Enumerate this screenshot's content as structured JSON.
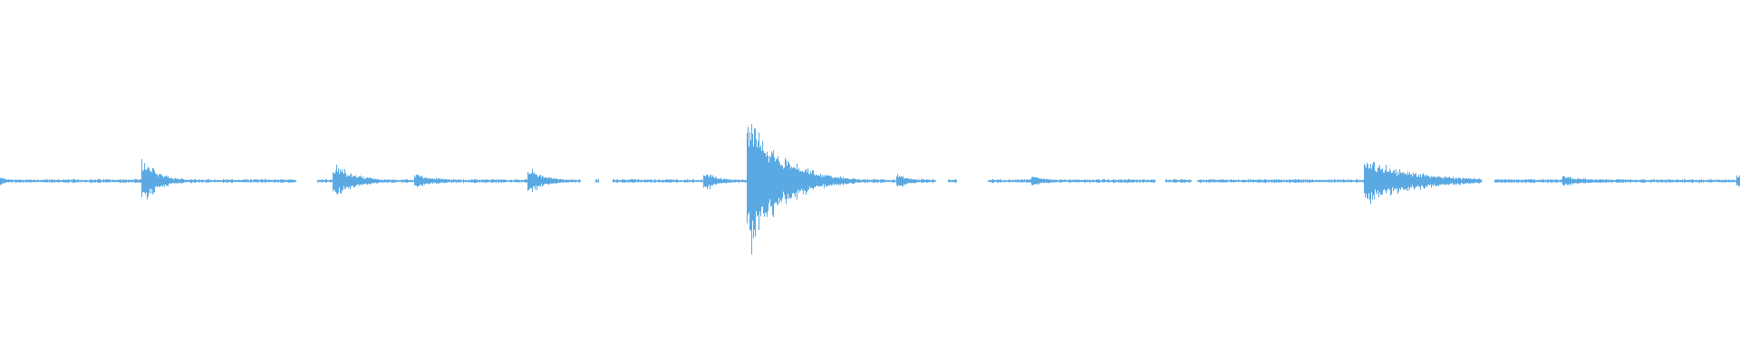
{
  "waveform": {
    "color": "#5aa9e2",
    "background": "#ffffff",
    "bursts": [
      {
        "at": 0.0,
        "amplitude": 0.03,
        "decay": 0.004
      },
      {
        "at": 0.083,
        "amplitude": 0.13,
        "decay": 0.01
      },
      {
        "at": 0.193,
        "amplitude": 0.11,
        "decay": 0.012
      },
      {
        "at": 0.24,
        "amplitude": 0.04,
        "decay": 0.014
      },
      {
        "at": 0.305,
        "amplitude": 0.08,
        "decay": 0.01
      },
      {
        "at": 0.406,
        "amplitude": 0.06,
        "decay": 0.008
      },
      {
        "at": 0.431,
        "amplitude": 0.49,
        "decay": 0.018
      },
      {
        "at": 0.517,
        "amplitude": 0.04,
        "decay": 0.008
      },
      {
        "at": 0.595,
        "amplitude": 0.03,
        "decay": 0.008
      },
      {
        "at": 0.786,
        "amplitude": 0.14,
        "decay": 0.03
      },
      {
        "at": 0.9,
        "amplitude": 0.03,
        "decay": 0.02
      },
      {
        "at": 1.0,
        "amplitude": 0.04,
        "decay": 0.004
      }
    ],
    "silent_gaps": [
      [
        0.17,
        0.182
      ],
      [
        0.334,
        0.342
      ],
      [
        0.344,
        0.352
      ],
      [
        0.538,
        0.545
      ],
      [
        0.55,
        0.568
      ],
      [
        0.664,
        0.67
      ],
      [
        0.685,
        0.688
      ],
      [
        0.852,
        0.859
      ]
    ],
    "baseline_noise": 0.008
  }
}
